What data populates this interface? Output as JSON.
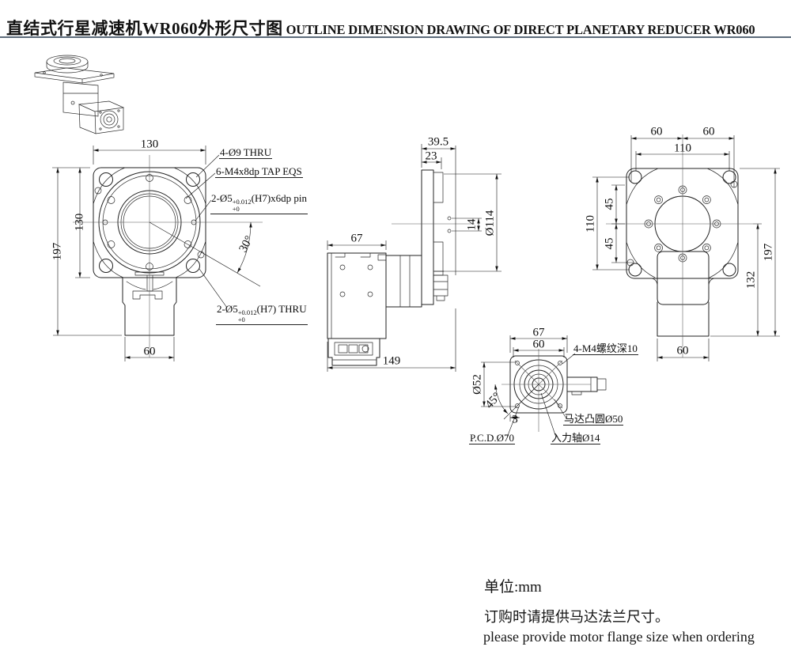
{
  "title": {
    "zh": "直结式行星减速机WR060外形尺寸图",
    "en": " OUTLINE DIMENSION DRAWING OF DIRECT PLANETARY REDUCER WR060"
  },
  "front_view": {
    "dim_width_top": "130",
    "dim_height_flange": "130",
    "dim_height_total": "197",
    "dim_width_bottom": "60",
    "dim_angle": "30°",
    "ann_holes": "4-Ø9 THRU",
    "ann_taps": "6-M4x8dp TAP EQS",
    "ann_pin": {
      "pre": "2-Ø5",
      "sup": "+0.012",
      "sub": "+0",
      "post": "(H7)x6dp pin"
    },
    "ann_pin_thru": {
      "pre": "2-Ø5",
      "sup": "+0.012",
      "sub": "+0",
      "post": "(H7) THRU"
    }
  },
  "side_view": {
    "dim_depth_total": "39.5",
    "dim_plate": "23",
    "dim_motor": "67",
    "dim_pin_span": "14",
    "dim_flange_dia": "Ø114",
    "dim_length_total": "149"
  },
  "back_view": {
    "dim_left_60": "60",
    "dim_right_60": "60",
    "dim_top_110": "110",
    "dim_45_upper": "45",
    "dim_45_lower": "45",
    "dim_side_110": "110",
    "dim_height_total": "197",
    "dim_height_lower": "132",
    "dim_width_bottom": "60"
  },
  "flange_view": {
    "dim_outer": "67",
    "dim_inner": "60",
    "dim_boss": "Ø52",
    "dim_angle": "45°",
    "dim_offset": "3",
    "ann_tap": "4-M4螺纹深10",
    "ann_boss": "马达凸圆Ø50",
    "ann_pcd": "P.C.D.Ø70",
    "ann_shaft": "入力轴Ø14"
  },
  "notes": {
    "unit": "单位:mm",
    "order_zh": "订购时请提供马达法兰尺寸。",
    "order_en": "please provide motor flange size when ordering"
  }
}
